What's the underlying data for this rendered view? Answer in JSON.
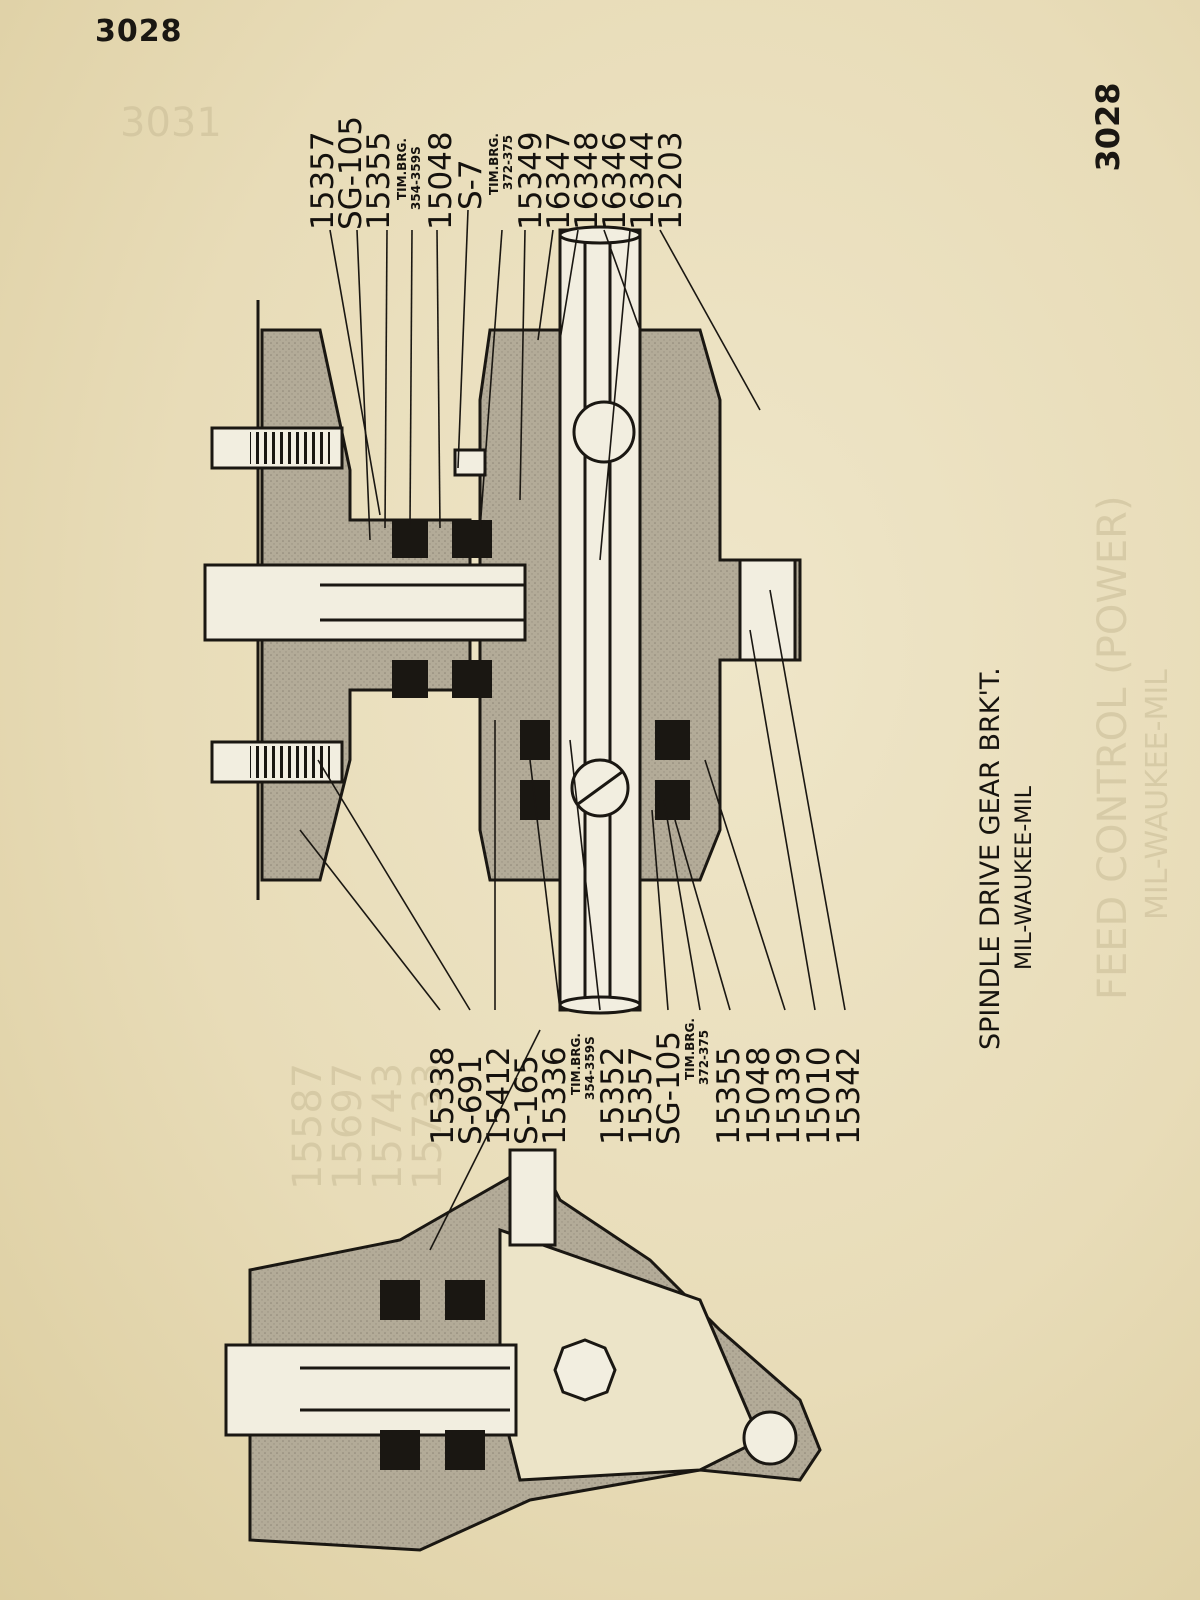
{
  "page": {
    "number_top": "3028",
    "number_side": "3028"
  },
  "diagram": {
    "caption_title": "SPINDLE DRIVE GEAR BRK'T.",
    "caption_subtitle": "MIL-WAUKEE-MIL",
    "callouts_top": [
      {
        "label": "15357",
        "small": false
      },
      {
        "label": "SG-105",
        "small": false
      },
      {
        "label": "15355",
        "small": false
      },
      {
        "label": "TIM.BRG.",
        "small": true
      },
      {
        "label": "354-359S",
        "small": true
      },
      {
        "label": "15048",
        "small": false
      },
      {
        "label": "S-7",
        "small": false
      },
      {
        "label": "TIM.BRG.",
        "small": true
      },
      {
        "label": "372-375",
        "small": true
      },
      {
        "label": "15349",
        "small": false
      },
      {
        "label": "16347",
        "small": false
      },
      {
        "label": "16348",
        "small": false
      },
      {
        "label": "16346",
        "small": false
      },
      {
        "label": "16344",
        "small": false
      },
      {
        "label": "15203",
        "small": false
      }
    ],
    "callouts_bottom": [
      {
        "label": "15338",
        "small": false
      },
      {
        "label": "S-691",
        "small": false
      },
      {
        "label": "15412",
        "small": false
      },
      {
        "label": "S-165",
        "small": false
      },
      {
        "label": "15336",
        "small": false
      },
      {
        "label": "TIM.BRG.",
        "small": true
      },
      {
        "label": "354-359S",
        "small": true
      },
      {
        "label": "15352",
        "small": false
      },
      {
        "label": "15357",
        "small": false
      },
      {
        "label": "SG-105",
        "small": false
      },
      {
        "label": "TIM.BRG.",
        "small": true
      },
      {
        "label": "372-375",
        "small": true
      },
      {
        "label": "15355",
        "small": false
      },
      {
        "label": "15048",
        "small": false
      },
      {
        "label": "15339",
        "small": false
      },
      {
        "label": "15010",
        "small": false
      },
      {
        "label": "15342",
        "small": false
      }
    ]
  },
  "ghost_bleedthrough": {
    "top_number": "3031",
    "side_title": "FEED CONTROL (POWER)",
    "side_subtitle": "MIL-WAUKEE-MIL",
    "numbers": [
      "15587",
      "15697",
      "15743",
      "15733"
    ]
  }
}
